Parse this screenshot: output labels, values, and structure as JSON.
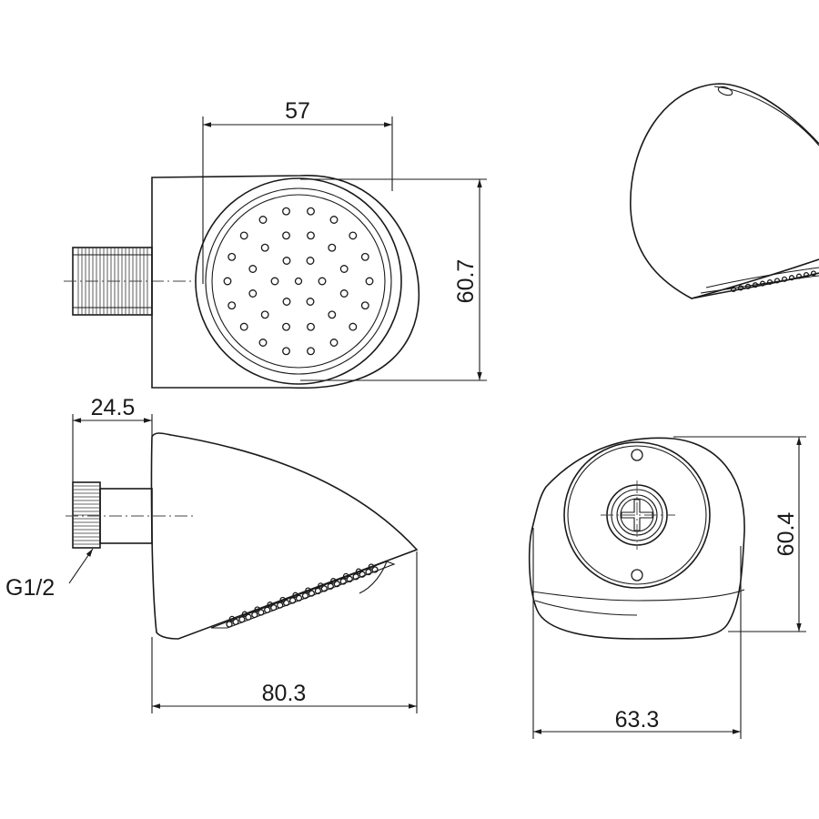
{
  "drawing": {
    "dimensions": {
      "top_width": "57",
      "top_height": "60.7",
      "side_offset": "24.5",
      "side_length": "80.3",
      "back_height": "60.4",
      "back_width": "63.3"
    },
    "thread_label": "G1/2"
  }
}
